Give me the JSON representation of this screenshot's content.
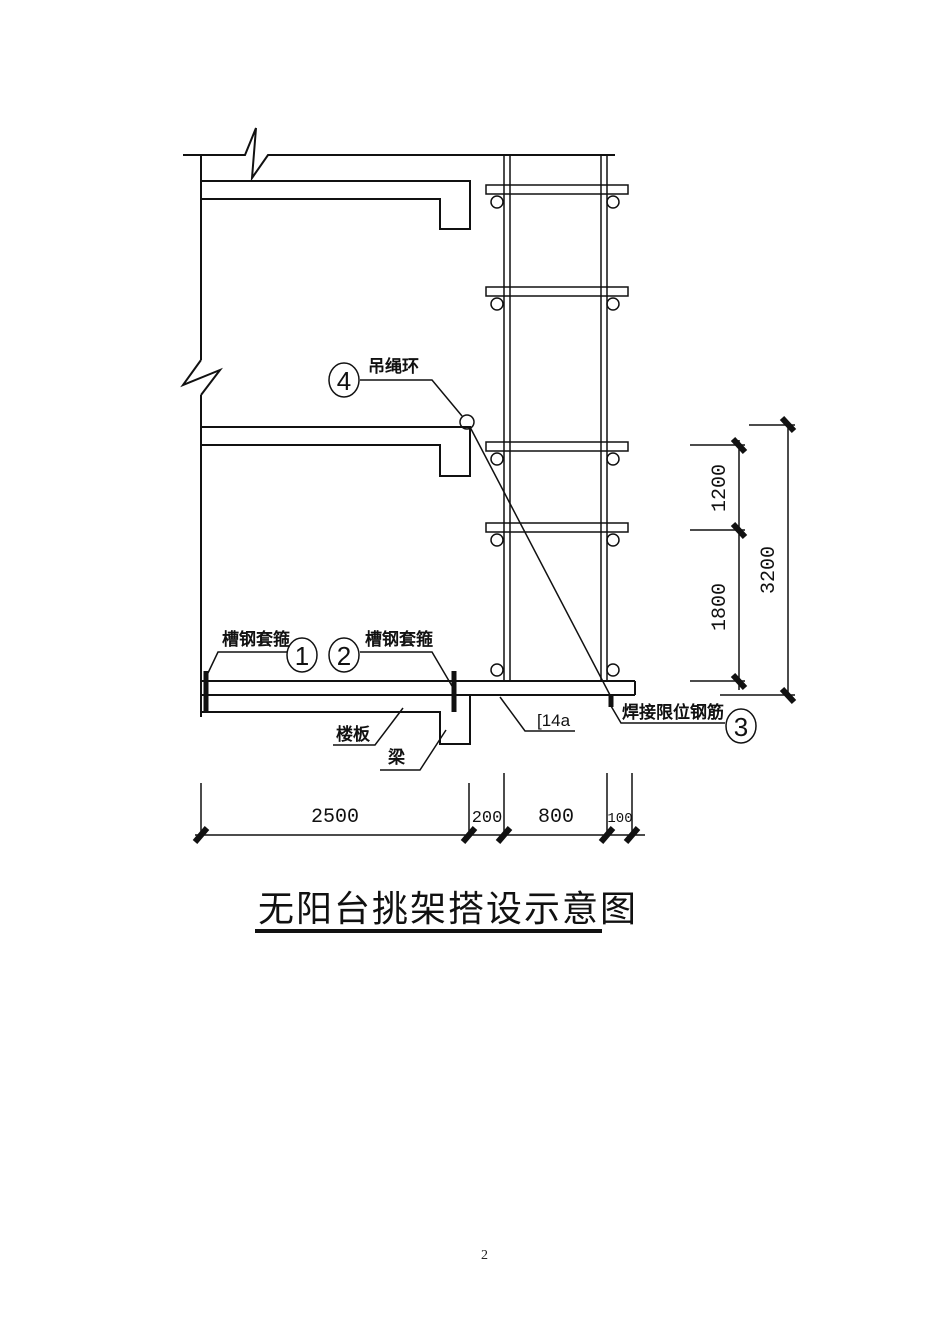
{
  "document": {
    "page_number": "2"
  },
  "diagram": {
    "title": "无阳台挑架搭设示意图",
    "callouts": [
      {
        "number": "1",
        "label": "槽钢套箍"
      },
      {
        "number": "2",
        "label": "槽钢套箍"
      },
      {
        "number": "3",
        "label": "焊接限位钢筋"
      },
      {
        "number": "4",
        "label": "吊绳环"
      }
    ],
    "labels": {
      "floor_slab": "楼板",
      "beam": "梁",
      "channel_steel": "[14a"
    },
    "horizontal_dimensions": [
      "2500",
      "200",
      "800",
      "100"
    ],
    "vertical_dimensions": {
      "upper": "1200",
      "lower": "1800",
      "total": "3200"
    }
  }
}
